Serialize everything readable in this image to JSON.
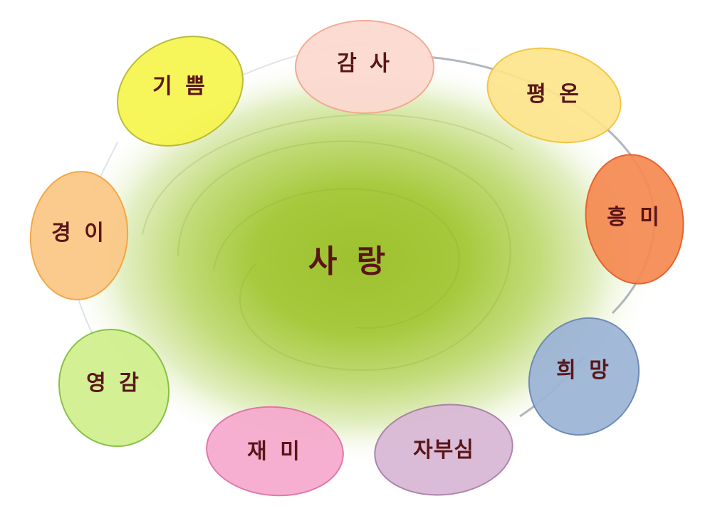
{
  "center": {
    "label": "사 랑"
  },
  "emotions": [
    {
      "label": "감 사",
      "fill": "#fcd9d0",
      "stroke": "#f2a58e"
    },
    {
      "label": "평 온",
      "fill": "#fde58c",
      "stroke": "#f3c23c"
    },
    {
      "label": "흥 미",
      "fill": "#f58a52",
      "stroke": "#e8581f"
    },
    {
      "label": "희 망",
      "fill": "#9cb4d6",
      "stroke": "#6584b4"
    },
    {
      "label": "자부심",
      "fill": "#d9b8d6",
      "stroke": "#a77da4"
    },
    {
      "label": "재 미",
      "fill": "#f6aacd",
      "stroke": "#e06ea6"
    },
    {
      "label": "영 감",
      "fill": "#d0f08c",
      "stroke": "#7fbd3a"
    },
    {
      "label": "경 이",
      "fill": "#fbc885",
      "stroke": "#f2a23c"
    },
    {
      "label": "기 쁨",
      "fill": "#f6f54e",
      "stroke": "#b7b630"
    }
  ]
}
